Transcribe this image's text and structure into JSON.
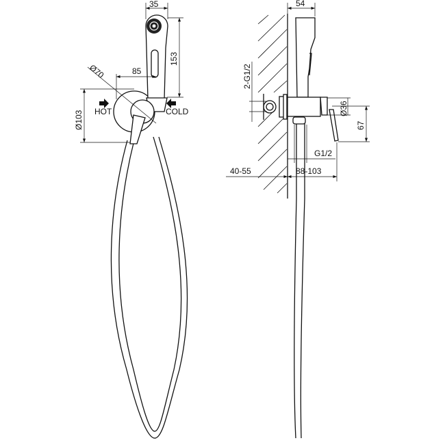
{
  "front_view": {
    "dim_head_width": "35",
    "dim_handset_height": "153",
    "dim_plate_offset": "85",
    "dim_small_diameter": "Ø70",
    "dim_plate_diameter": "Ø103",
    "label_hot": "HOT",
    "label_cold": "COLD"
  },
  "side_view": {
    "dim_depth": "54",
    "dim_inlet_thread": "2-G1/2",
    "dim_body_diameter": "Ø36",
    "dim_lever_height": "67",
    "dim_outlet_thread": "G1/2",
    "dim_wall_range": "40-55",
    "dim_projection_range": "88-103"
  }
}
